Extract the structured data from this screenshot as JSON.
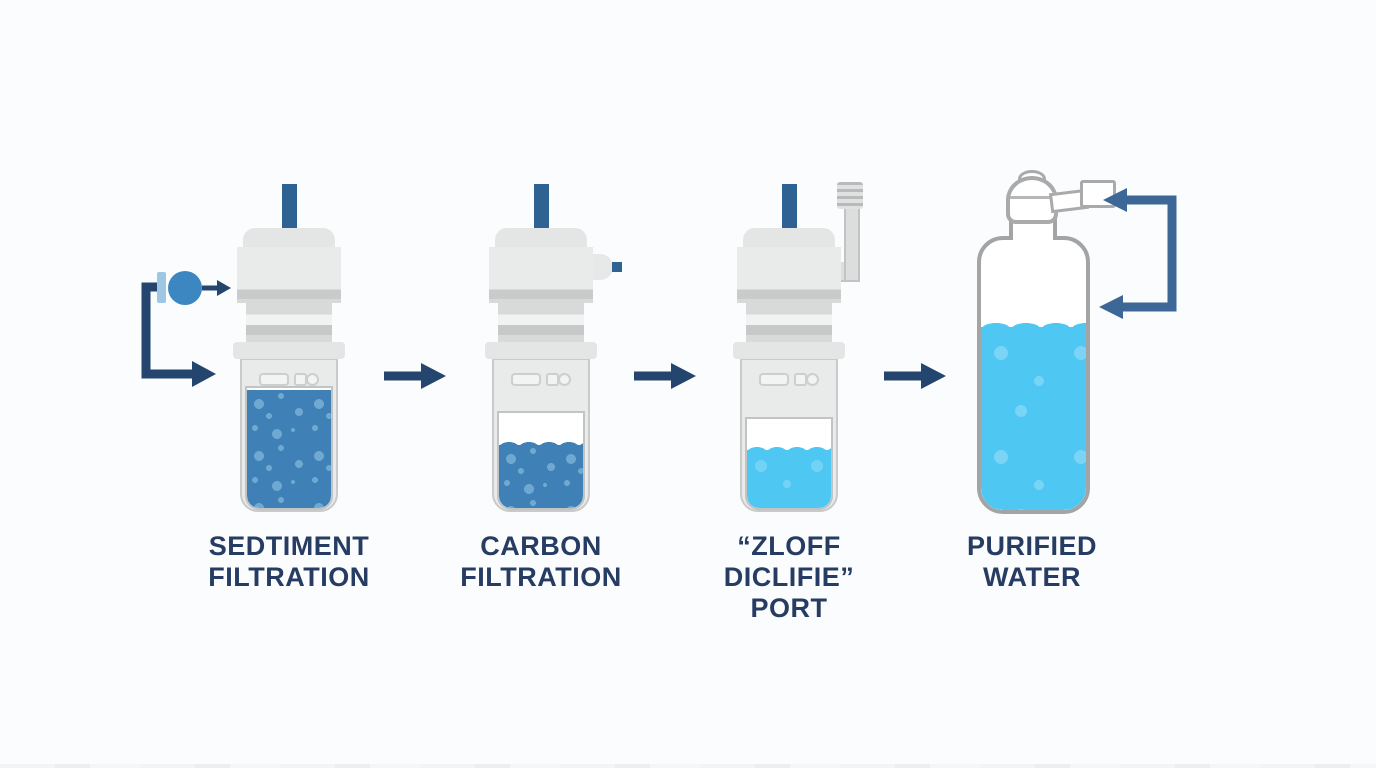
{
  "diagram": {
    "title": "Water filtration process diagram",
    "stages": [
      {
        "id": "sediment-filtration",
        "label_line1": "SEDTIMENT",
        "label_line2": "FILTRATION",
        "fill_type": "speckled-blue",
        "fill_level_pct": 100
      },
      {
        "id": "carbon-filtration",
        "label_line1": "CARBON",
        "label_line2": "FILTRATION",
        "fill_type": "speckled-blue",
        "fill_level_pct": 66
      },
      {
        "id": "zloff-diclifie-port",
        "label_line1": "“ZLOFF DICLIFIE”",
        "label_line2": "PORT",
        "fill_type": "clear-cyan",
        "fill_level_pct": 64
      },
      {
        "id": "purified-water",
        "label_line1": "PURIFIED",
        "label_line2": "WATER",
        "fill_type": "clear-cyan",
        "fill_level_pct": 68
      }
    ],
    "flow": {
      "inlet": "valve with supply line entering first filter",
      "between_stages": "right-pointing arrows",
      "outlet": "bottle spout with return loop arrows pointing left"
    },
    "colors": {
      "background": "#fbfcfd",
      "arrow_navy": "#24466e",
      "loop_steel_blue": "#3d6796",
      "valve_blue": "#3c87c1",
      "valve_tick_blue": "#9fc6e2",
      "stem_blue": "#2e6293",
      "label_navy": "#263c63",
      "sediment_media": "#3f80b6",
      "sediment_speckle": "#6fa9d2",
      "purified_cyan": "#4ec7f2",
      "cartridge_gray": "#e9eaea"
    }
  }
}
